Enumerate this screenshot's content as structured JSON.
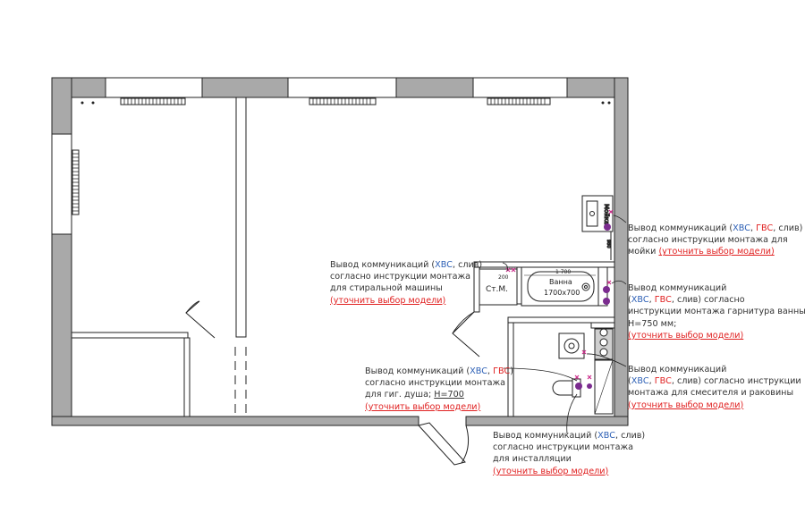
{
  "labels": {
    "washer": "Ст.М.",
    "bath_name": "Ванна",
    "bath_size": "1700х700",
    "sink": "Мойка",
    "dim_bath_len": "1 700",
    "dim_washer": "200",
    "dim_sink": "980"
  },
  "notes": {
    "sink": {
      "prefix": "Вывод коммуникаций (",
      "xvs": "ХВС",
      "sep1": ", ",
      "gvs": "ГВС",
      "suffix": ", слив)",
      "line2": "согласно инструкции монтажа для",
      "line3": "мойки",
      "link": "(уточнить выбор модели)"
    },
    "washer": {
      "prefix": "Вывод коммуникаций (",
      "xvs": "ХВС",
      "suffix": ", слив)",
      "line2": "согласно инструкции монтажа",
      "line3": "для стиральной машины",
      "link": "(уточнить выбор модели)"
    },
    "bath": {
      "line1": "Вывод коммуникаций",
      "open": "(",
      "xvs": "ХВС",
      "sep1": ", ",
      "gvs": "ГВС",
      "suffix": ", слив) согласно",
      "line3": "инструкции монтажа гарнитура ванны;",
      "line4": "Н=750 мм;",
      "link": "(уточнить выбор модели)"
    },
    "shower": {
      "prefix": "Вывод коммуникаций (",
      "xvs": "ХВС",
      "sep1": ", ",
      "gvs": "ГВС",
      "close": ")",
      "line2": "согласно инструкции монтажа",
      "line3a": "для гиг. душа; ",
      "line3b": "Н=700",
      "link": "(уточнить выбор модели)"
    },
    "mixer": {
      "line1": "Вывод коммуникаций",
      "open": "(",
      "xvs": "ХВС",
      "sep1": ", ",
      "gvs": "ГВС",
      "suffix": ", слив) согласно инструкции",
      "line3": "монтажа для смесителя и раковины",
      "link": "(уточнить выбор модели)"
    },
    "install": {
      "prefix": "Вывод коммуникаций (",
      "xvs": "ХВС",
      "suffix": ", слив)",
      "line2": "согласно инструкции монтажа",
      "line3": "для инсталляции",
      "link": "(уточнить выбор модели)"
    }
  },
  "colors": {
    "wall": "#a9a9a9",
    "line": "#222222",
    "xvs": "#2c5fb5",
    "gvs": "#e02020",
    "marker": "#cc2a8a",
    "point": "#7b2c8f"
  }
}
